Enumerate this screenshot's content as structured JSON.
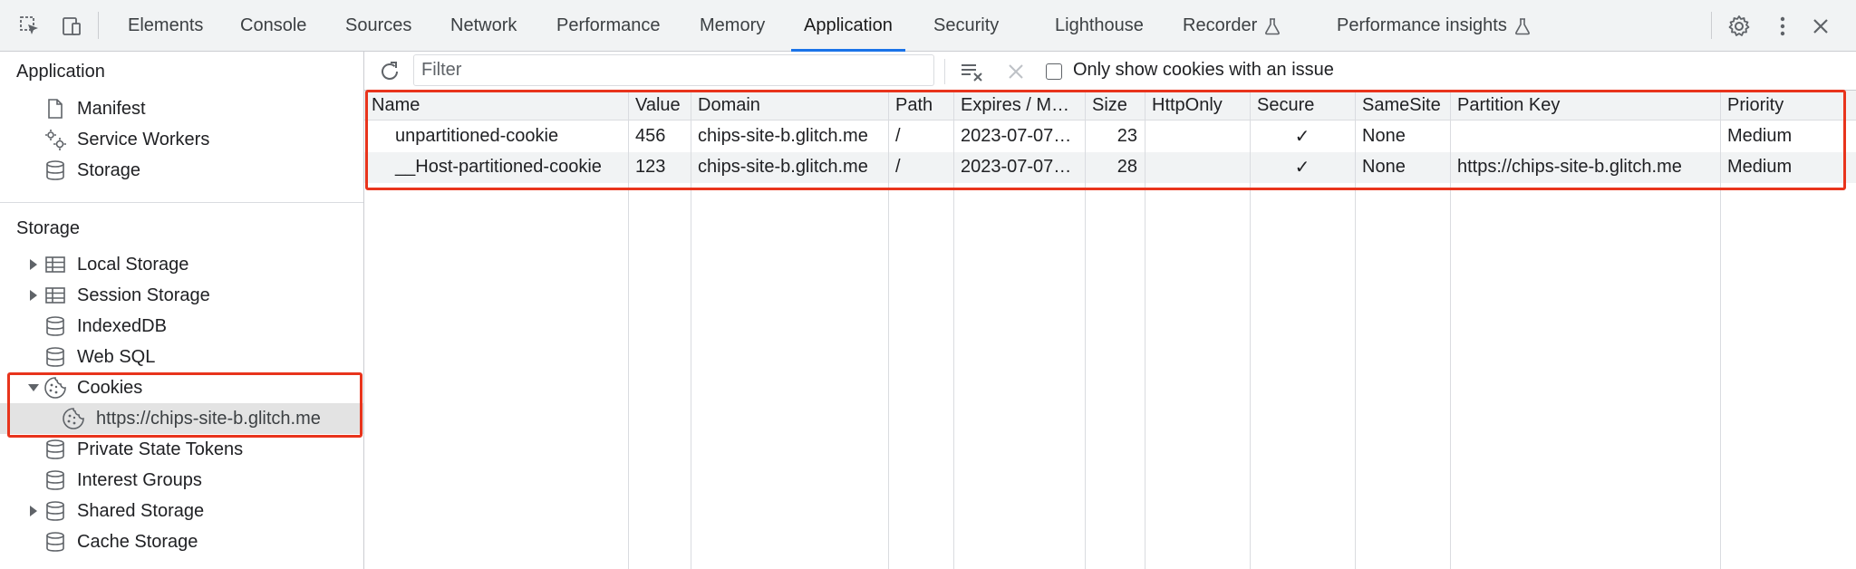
{
  "toolbar": {
    "tabs": [
      "Elements",
      "Console",
      "Sources",
      "Network",
      "Performance",
      "Memory",
      "Application",
      "Security",
      "Lighthouse",
      "Recorder",
      "Performance insights"
    ],
    "active_tab": "Application",
    "icons": [
      "inspect-element-icon",
      "device-toolbar-icon",
      "settings-gear-icon",
      "more-vertical-icon",
      "close-icon"
    ]
  },
  "sidebar": {
    "application_title": "Application",
    "application_items": [
      "Manifest",
      "Service Workers",
      "Storage"
    ],
    "storage_title": "Storage",
    "storage_items": [
      "Local Storage",
      "Session Storage",
      "IndexedDB",
      "Web SQL",
      "Cookies",
      "https://chips-site-b.glitch.me",
      "Private State Tokens",
      "Interest Groups",
      "Shared Storage",
      "Cache Storage"
    ],
    "selected_item": "https://chips-site-b.glitch.me"
  },
  "filterbar": {
    "placeholder": "Filter",
    "checkbox_label": "Only show cookies with an issue",
    "checkbox_checked": false
  },
  "table": {
    "columns": [
      "Name",
      "Value",
      "Domain",
      "Path",
      "Expires / M…",
      "Size",
      "HttpOnly",
      "Secure",
      "SameSite",
      "Partition Key",
      "Priority"
    ],
    "rows": [
      [
        "unpartitioned-cookie",
        "456",
        "chips-site-b.glitch.me",
        "/",
        "2023-07-07…",
        "23",
        "",
        "✓",
        "None",
        "",
        "Medium"
      ],
      [
        "__Host-partitioned-cookie",
        "123",
        "chips-site-b.glitch.me",
        "/",
        "2023-07-07…",
        "28",
        "",
        "✓",
        "None",
        "https://chips-site-b.glitch.me",
        "Medium"
      ]
    ]
  },
  "colors": {
    "accent": "#1a73e8",
    "highlight": "#e8341c",
    "toolbar_bg": "#f1f3f4",
    "selected_bg": "#e3e3e3"
  }
}
